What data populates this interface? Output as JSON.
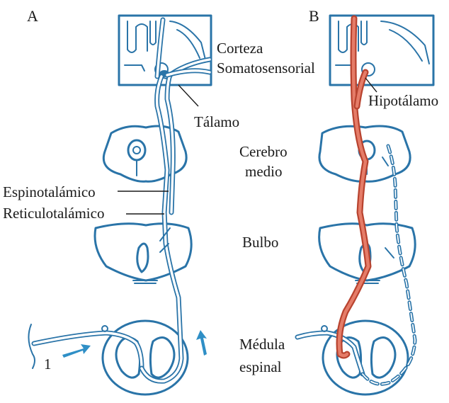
{
  "panels": {
    "a": {
      "letter": "A"
    },
    "b": {
      "letter": "B"
    }
  },
  "labels": {
    "corteza": "Corteza",
    "somatosensorial": "Somatosensorial",
    "talamo": "Tálamo",
    "espinotalamico": "Espinotalámico",
    "reticulotalamico": "Reticulotalámico",
    "hipotalamo": "Hipotálamo",
    "cerebro": "Cerebro",
    "medio": "medio",
    "bulbo": "Bulbo",
    "medula": "Médula",
    "espinal": "espinal",
    "number_one": "1"
  },
  "colors": {
    "outline": "#2a74a8",
    "pathway_red": "#b8432f",
    "arrow": "#2f8fc6"
  }
}
